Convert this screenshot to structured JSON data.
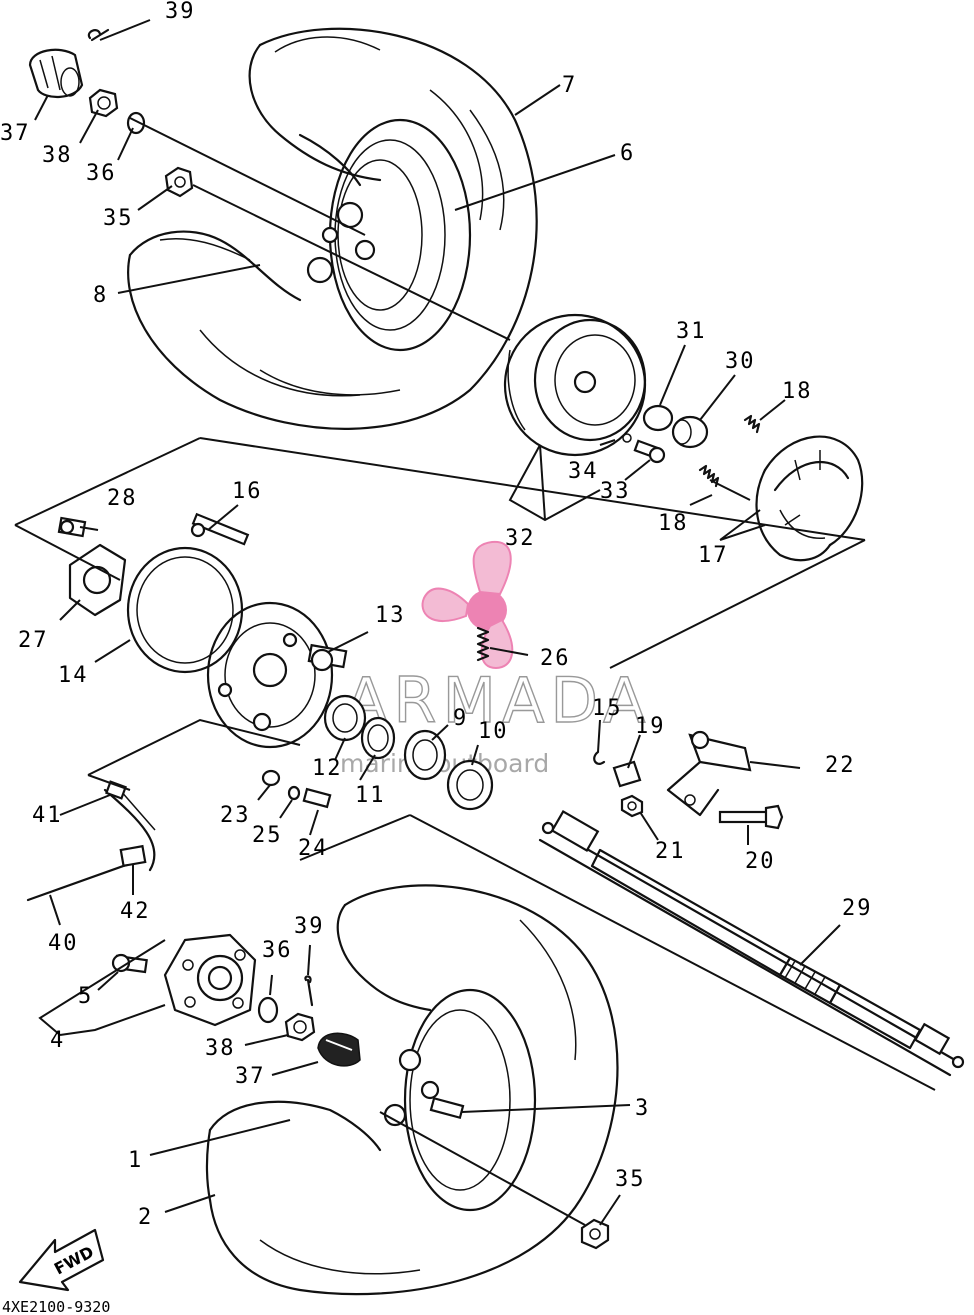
{
  "diagram": {
    "part_code": "4XE2100-9320",
    "direction_label": "FWD",
    "watermark": {
      "title": "ARMADA",
      "subtitle": "marine outboard",
      "accent_color": "#e85a9a"
    },
    "callouts": {
      "c1": "1",
      "c2": "2",
      "c3": "3",
      "c4": "4",
      "c5": "5",
      "c6": "6",
      "c7": "7",
      "c8": "8",
      "c9": "9",
      "c10": "10",
      "c11": "11",
      "c12": "12",
      "c13": "13",
      "c14": "14",
      "c15": "15",
      "c16": "16",
      "c17": "17",
      "c18a": "18",
      "c18b": "18",
      "c19": "19",
      "c20": "20",
      "c21": "21",
      "c22": "22",
      "c23": "23",
      "c24": "24",
      "c25": "25",
      "c26": "26",
      "c27": "27",
      "c28": "28",
      "c29": "29",
      "c30": "30",
      "c31": "31",
      "c32": "32",
      "c33": "33",
      "c34": "34",
      "c35a": "35",
      "c35b": "35",
      "c36a": "36",
      "c36b": "36",
      "c37a": "37",
      "c37b": "37",
      "c38a": "38",
      "c38b": "38",
      "c39a": "39",
      "c39b": "39",
      "c40": "40",
      "c41": "41",
      "c42": "42"
    }
  }
}
